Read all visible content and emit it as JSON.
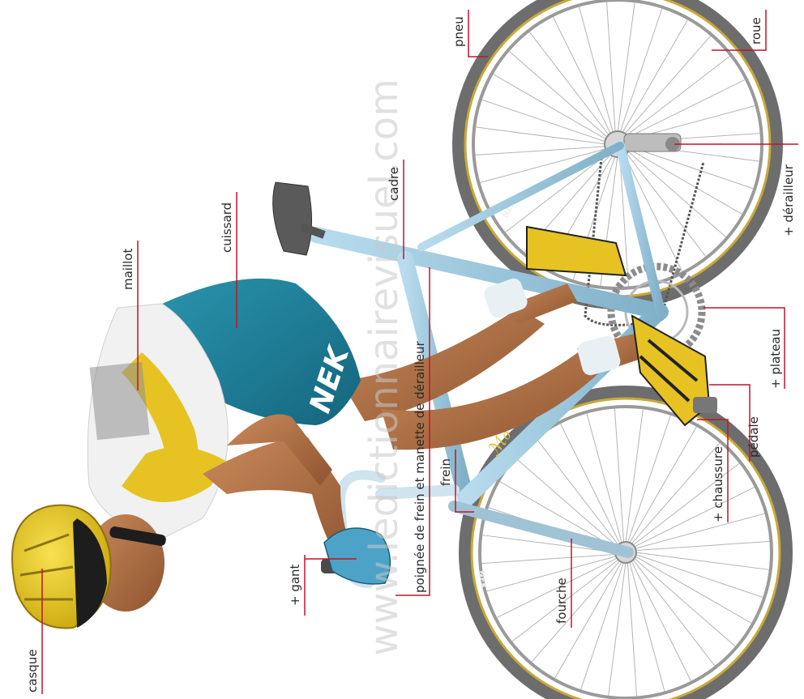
{
  "labels": {
    "casque": "casque",
    "maillot": "maillot",
    "cuissard": "cuissard",
    "cadre": "cadre",
    "pneu": "pneu",
    "roue": "roue",
    "derailleur": "+ dérailleur",
    "plateau": "+ plateau",
    "pedale": "pédale",
    "chaussure": "+ chaussure",
    "frein": "frein",
    "poignee": "poignée de frein et manette de dérailleur",
    "gant": "+ gant",
    "fourche": "fourche"
  },
  "watermark": "www.ledictionnairevisuel.com",
  "branding": {
    "jersey_logo": "NEK",
    "tire_logo": "NEK."
  },
  "colors": {
    "leader_line": "#c0152a",
    "frame": "#9cc6dc",
    "jersey_teal": "#1f7f98",
    "yellow": "#e8c822",
    "tire_tread": "#c8a93a",
    "label_text": "#2a2a2a"
  }
}
